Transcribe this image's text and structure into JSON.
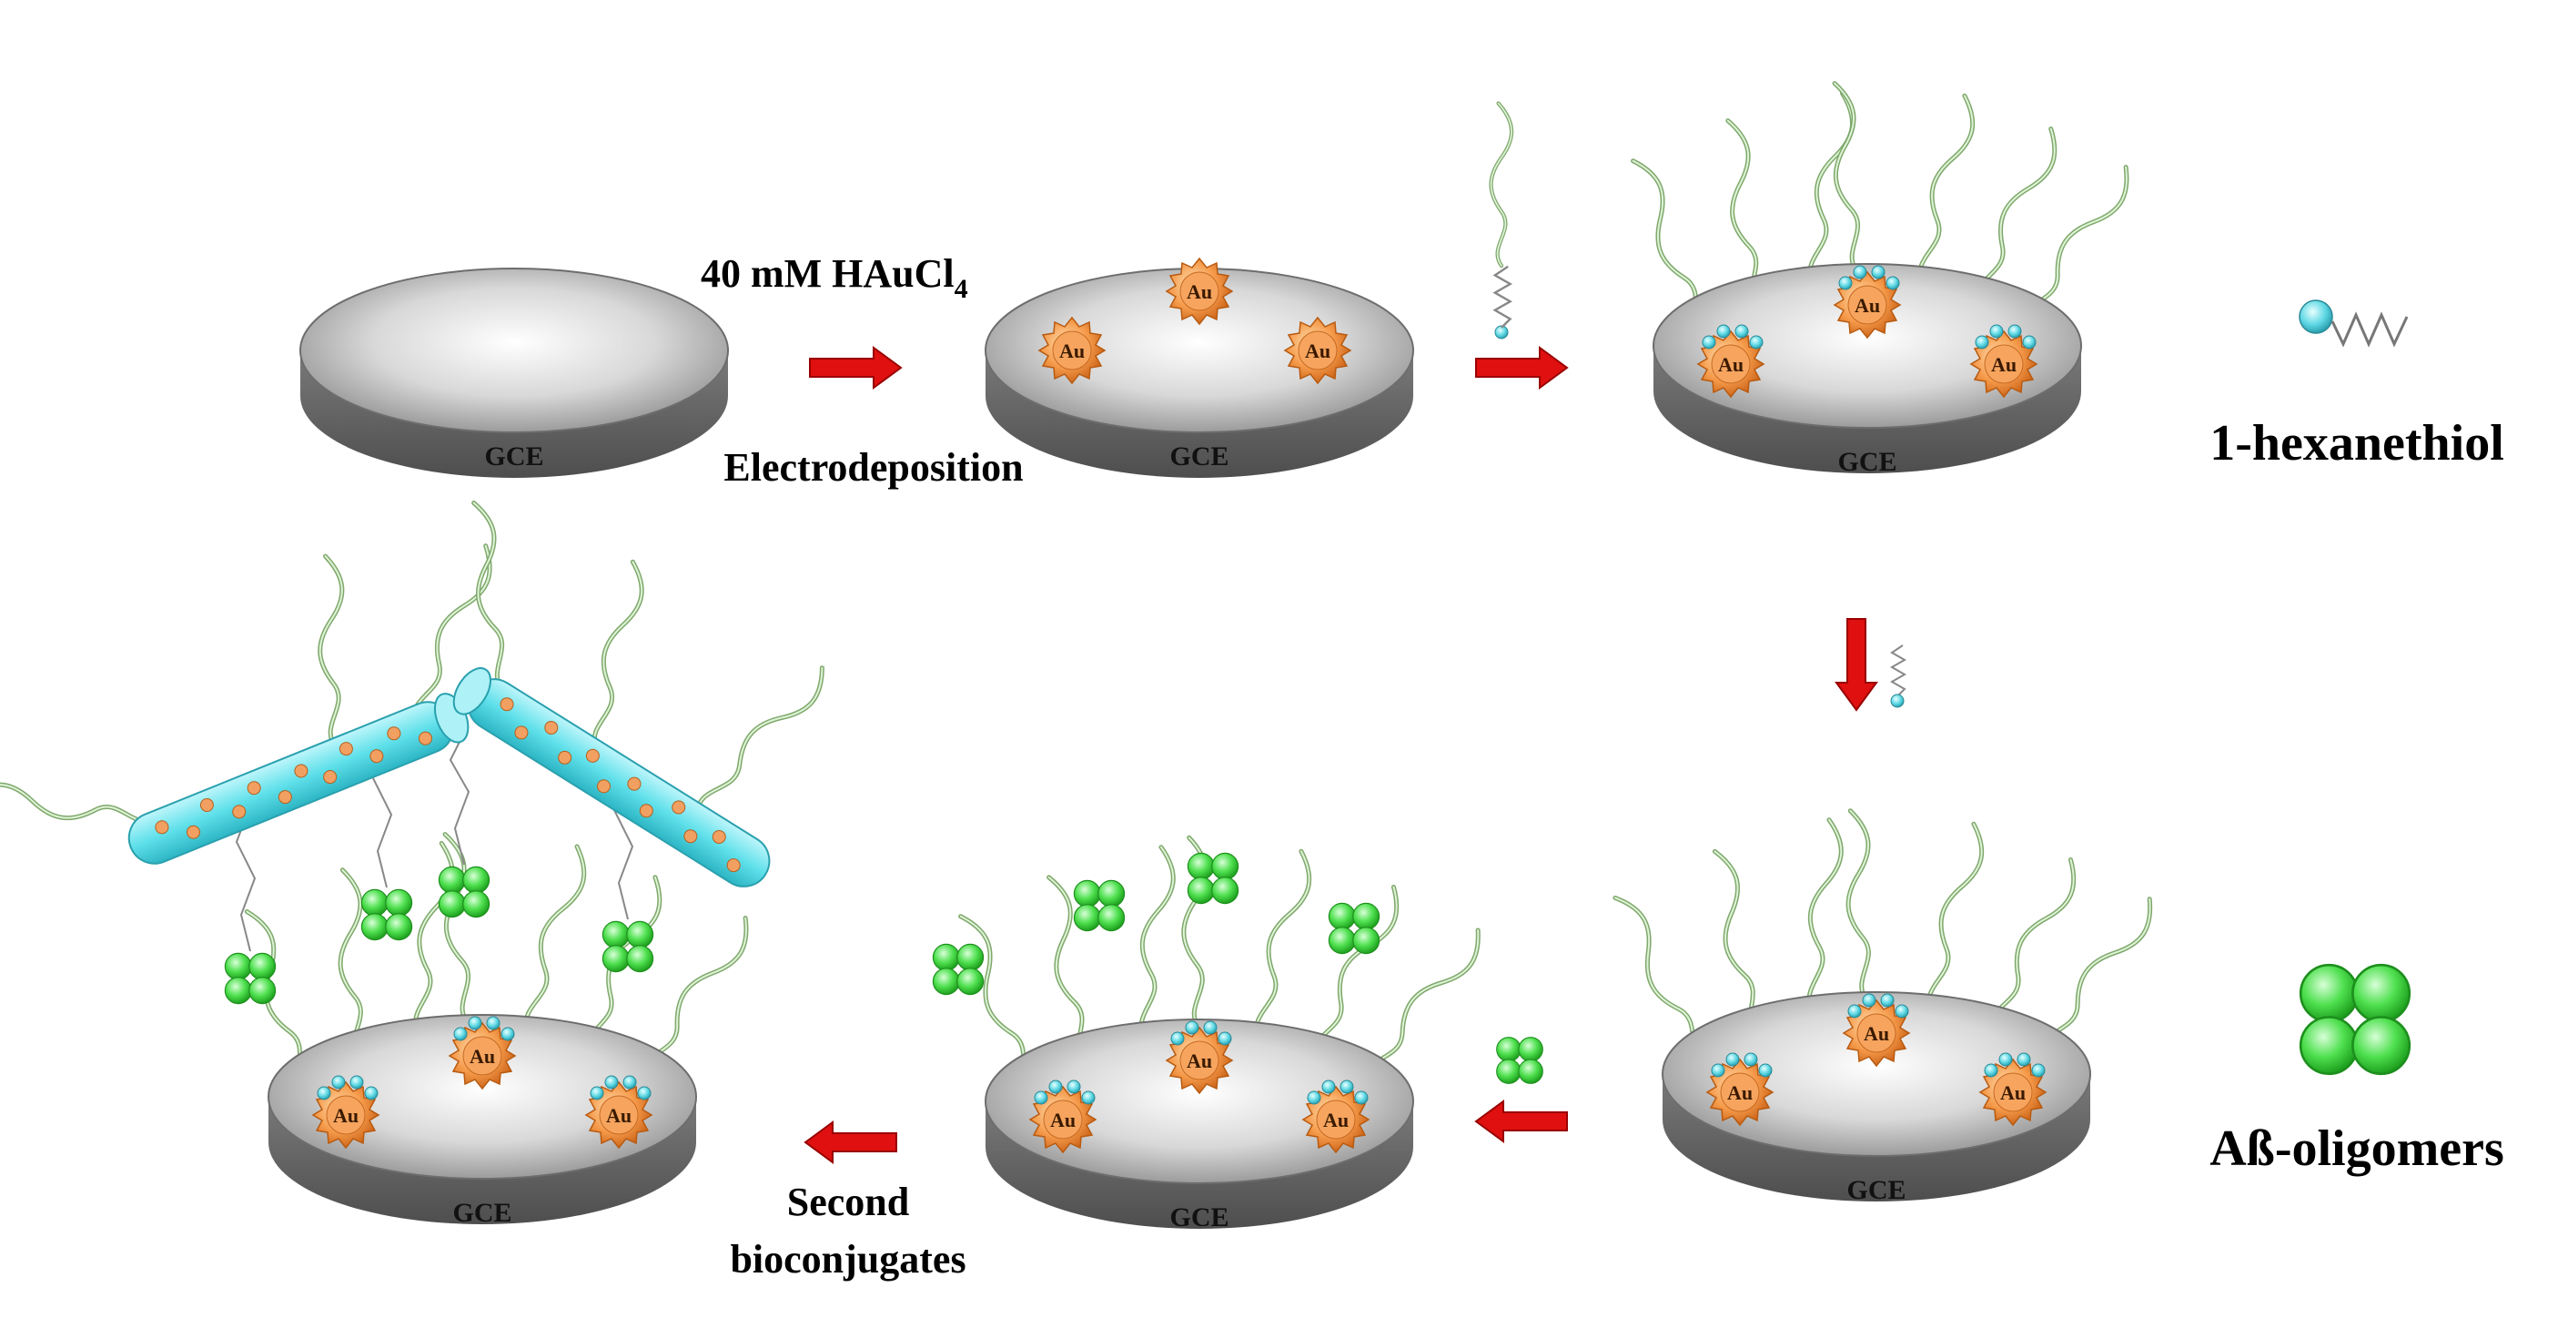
{
  "labels": {
    "reagent_prefix": "40 mM HAuCl",
    "reagent_subscript": "4",
    "step_1": "Electrodeposition",
    "legend_hexanethiol": "1-hexanethiol",
    "legend_oligomers": "Aß-oligomers",
    "step_last_line1": "Second",
    "step_last_line2": "bioconjugates"
  },
  "electrode_label": "GCE",
  "nanoparticle_label": "Au",
  "colors": {
    "arrow": "#e01010",
    "electrode_body": "#6a6a6a",
    "electrode_top": "#cfcfcf",
    "gold": "#f28a3c",
    "thiol_head": "#5fd3df",
    "oligomer": "#3fd63f",
    "strand": "#9ccc8a",
    "nanotube": "#5fe0ea"
  },
  "icons": [
    "arrow-right-icon",
    "arrow-down-icon",
    "arrow-left-icon",
    "hexanethiol-icon",
    "oligomer-icon",
    "nanotube-icon"
  ]
}
